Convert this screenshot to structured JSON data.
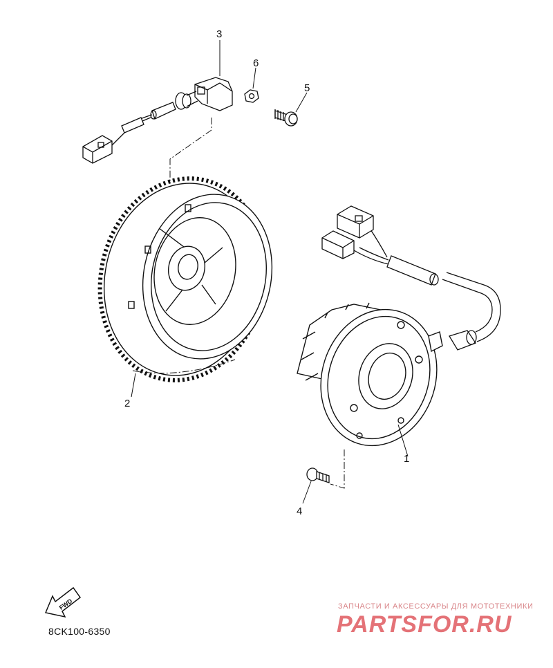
{
  "callouts": {
    "c1": "1",
    "c2": "2",
    "c3": "3",
    "c4": "4",
    "c5": "5",
    "c6": "6"
  },
  "fwd_label": "FWD",
  "diagram_code": "8CK100-6350",
  "watermark": {
    "tagline": "ЗАПЧАСТИ И АКСЕССУАРЫ ДЛЯ МОТОТЕХНИКИ",
    "logo": "PARTSFOR.RU"
  },
  "colors": {
    "line": "#111111",
    "watermark": "#e05a60"
  }
}
